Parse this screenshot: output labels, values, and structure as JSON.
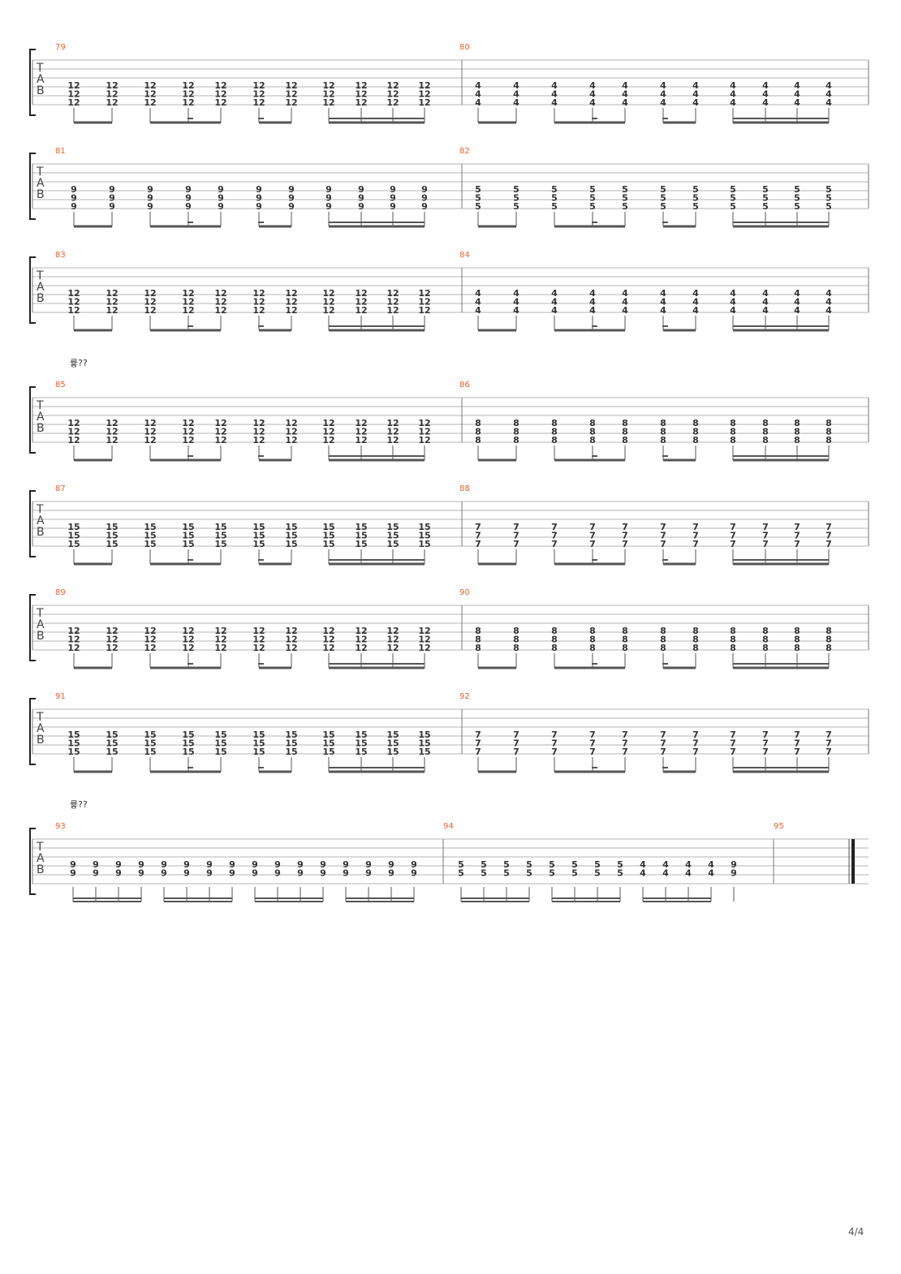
{
  "page_number": "4/4",
  "tab_letters": [
    "T",
    "A",
    "B"
  ],
  "section_markers": [
    {
      "before_system": 3,
      "text": "륳??"
    },
    {
      "before_system": 7,
      "text": "륳??"
    }
  ],
  "systems": [
    {
      "measures": [
        {
          "number": "79",
          "pattern": "straight",
          "frets": [
            "12",
            "12",
            "12"
          ]
        },
        {
          "number": "80",
          "pattern": "straight",
          "frets": [
            "4",
            "4",
            "4"
          ]
        }
      ]
    },
    {
      "measures": [
        {
          "number": "81",
          "pattern": "straight",
          "frets": [
            "9",
            "9",
            "9"
          ]
        },
        {
          "number": "82",
          "pattern": "straight",
          "frets": [
            "5",
            "5",
            "5"
          ]
        }
      ]
    },
    {
      "measures": [
        {
          "number": "83",
          "pattern": "straight",
          "frets": [
            "12",
            "12",
            "12"
          ]
        },
        {
          "number": "84",
          "pattern": "straight",
          "frets": [
            "4",
            "4",
            "4"
          ]
        }
      ]
    },
    {
      "measures": [
        {
          "number": "85",
          "pattern": "straight",
          "frets": [
            "12",
            "12",
            "12"
          ]
        },
        {
          "number": "86",
          "pattern": "straight",
          "frets": [
            "8",
            "8",
            "8"
          ]
        }
      ]
    },
    {
      "measures": [
        {
          "number": "87",
          "pattern": "straight",
          "frets": [
            "15",
            "15",
            "15"
          ]
        },
        {
          "number": "88",
          "pattern": "straight",
          "frets": [
            "7",
            "7",
            "7"
          ]
        }
      ]
    },
    {
      "measures": [
        {
          "number": "89",
          "pattern": "straight",
          "frets": [
            "12",
            "12",
            "12"
          ]
        },
        {
          "number": "90",
          "pattern": "straight",
          "frets": [
            "8",
            "8",
            "8"
          ]
        }
      ]
    },
    {
      "measures": [
        {
          "number": "91",
          "pattern": "straight",
          "frets": [
            "15",
            "15",
            "15"
          ]
        },
        {
          "number": "92",
          "pattern": "straight",
          "frets": [
            "7",
            "7",
            "7"
          ]
        }
      ]
    },
    {
      "measures": [
        {
          "number": "93",
          "pattern": "sixteenths",
          "frets": [
            "9",
            "9"
          ],
          "groups": [
            [
              "9",
              "9",
              "9",
              "9"
            ],
            [
              "9",
              "9",
              "9",
              "9"
            ],
            [
              "9",
              "9",
              "9",
              "9"
            ],
            [
              "9",
              "9",
              "9",
              "9"
            ]
          ]
        },
        {
          "number": "94",
          "pattern": "sixteenths",
          "frets": [
            "5",
            "5"
          ],
          "groups": [
            [
              "5",
              "5",
              "5",
              "5"
            ],
            [
              "5",
              "5",
              "5",
              "5"
            ],
            [
              "4",
              "4",
              "4",
              "4"
            ]
          ],
          "final_note": "9"
        },
        {
          "number": "95",
          "pattern": "empty",
          "frets": []
        }
      ]
    }
  ]
}
